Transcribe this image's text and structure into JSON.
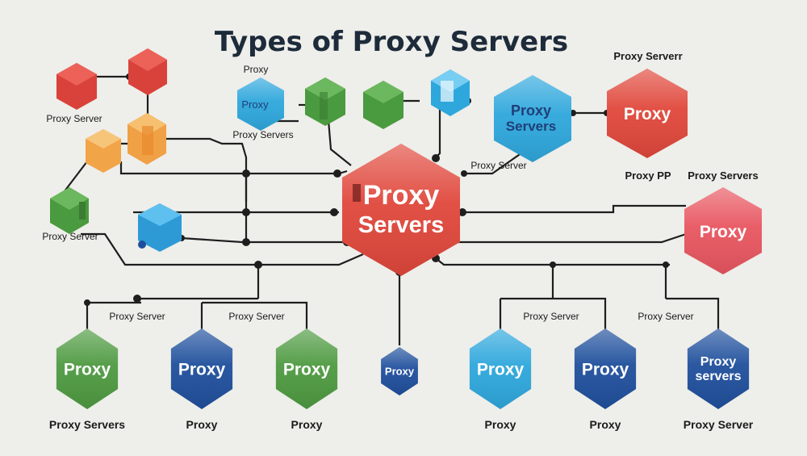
{
  "title": "Types of Proxy Servers",
  "colors": {
    "red": "#e0473b",
    "green": "#4e9a41",
    "blue": "#1f4f9c",
    "light_blue": "#2ea7dc",
    "orange": "#f0a045",
    "pink": "#e85660",
    "line": "#1e1e1e",
    "background": "#eeeeea"
  },
  "center_node": {
    "line1": "Proxy",
    "line2": "Servers"
  },
  "top_labels": {
    "proxy_small": "Proxy",
    "proxy_servers_mid": "Proxy Servers",
    "proxy_server_left": "Proxy Server",
    "proxy_server_mid_left": "Proxy Server",
    "proxy_server_center": "Proxy Server",
    "proxy_serverr_top_right": "Proxy Serverr",
    "proxy_pp": "Proxy PP",
    "proxy_servers_right": "Proxy Servers"
  },
  "top_nodes": {
    "blue_proxy": "Proxy",
    "proxy_servers_blue": {
      "line1": "Proxy",
      "line2": "Servers"
    },
    "red_proxy": "Proxy",
    "pink_proxy": "Proxy"
  },
  "bottom_nodes": [
    {
      "label": "Proxy",
      "caption": "Proxy Servers",
      "color": "green"
    },
    {
      "label": "Proxy",
      "caption": "Proxy",
      "color": "blue"
    },
    {
      "label": "Proxy",
      "caption": "Proxy",
      "color": "green"
    },
    {
      "label": "Proxy",
      "caption": "",
      "color": "blue"
    },
    {
      "label": "Proxy",
      "caption": "Proxy",
      "color": "light_blue"
    },
    {
      "label": "Proxy",
      "caption": "Proxy",
      "color": "blue"
    },
    {
      "label": "Proxy servers",
      "caption": "Proxy Server",
      "color": "blue"
    }
  ],
  "branch_labels": [
    "Proxy Server",
    "Proxy Server",
    "Proxy Server",
    "Proxy Server"
  ]
}
